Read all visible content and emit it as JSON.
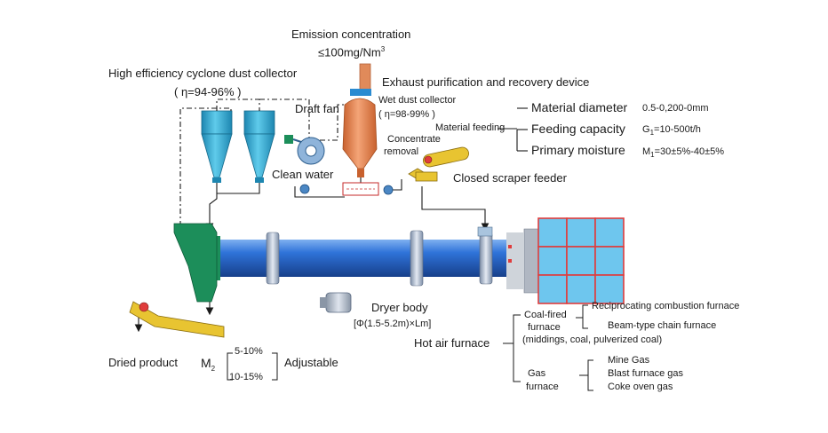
{
  "colors": {
    "cyclone": "#2aa7cf",
    "wet_collector": "#e8834a",
    "dryer_body": "#2d6fd6",
    "feeder": "#e8c431",
    "hopper": "#1c8e5a",
    "furnace_grid": "#6ec6ee",
    "furnace_border": "#e03c3c",
    "fan": "#4b87c4"
  },
  "labels": {
    "emission_line1": "Emission concentration",
    "emission_line2_prefix": "≤100mg/Nm",
    "emission_line2_sup": "3",
    "exhaust_device": "Exhaust purification and recovery device",
    "cyclone_title": "High efficiency cyclone dust collector",
    "cyclone_eff": "( η=94-96% )",
    "draft_fan": "Draft fan",
    "wet_collector": "Wet dust collector",
    "wet_eff": "( η=98-99% )",
    "concentrate_line1": "Concentrate",
    "concentrate_line2": "removal",
    "material_feeding": "Material feeding",
    "clean_water": "Clean water",
    "closed_feeder": "Closed scraper feeder",
    "material_diameter": "Material diameter",
    "material_diameter_value": "0.5-0,200-0mm",
    "feeding_capacity": "Feeding capacity",
    "feeding_capacity_value_prefix": "G",
    "feeding_capacity_value_sub": "1",
    "feeding_capacity_value_rest": "=10-500t/h",
    "primary_moisture": "Primary moisture",
    "primary_moisture_value_prefix": "M",
    "primary_moisture_value_sub": "1",
    "primary_moisture_value_rest": "=30±5%-40±5%",
    "dryer_body": "Dryer body",
    "dryer_spec": "[Φ(1.5-5.2m)×Lm]",
    "hot_air_furnace": "Hot air furnace",
    "coal_fired_1": "Coal-fired",
    "coal_fired_2": "furnace",
    "coal_fired_3": "(middings, coal, pulverized coal)",
    "recip_furnace": "Reciprocating combustion furnace",
    "beam_furnace": "Beam-type chain furnace",
    "gas_1": "Gas",
    "gas_2": "furnace",
    "mine_gas": "Mine Gas",
    "blast_gas": "Blast furnace gas",
    "coke_gas": "Coke oven gas",
    "dried_product": "Dried product",
    "m2_prefix": "M",
    "m2_sub": "2",
    "m2_range1": "5-10%",
    "m2_range2": "10-15%",
    "adjustable": "Adjustable"
  }
}
